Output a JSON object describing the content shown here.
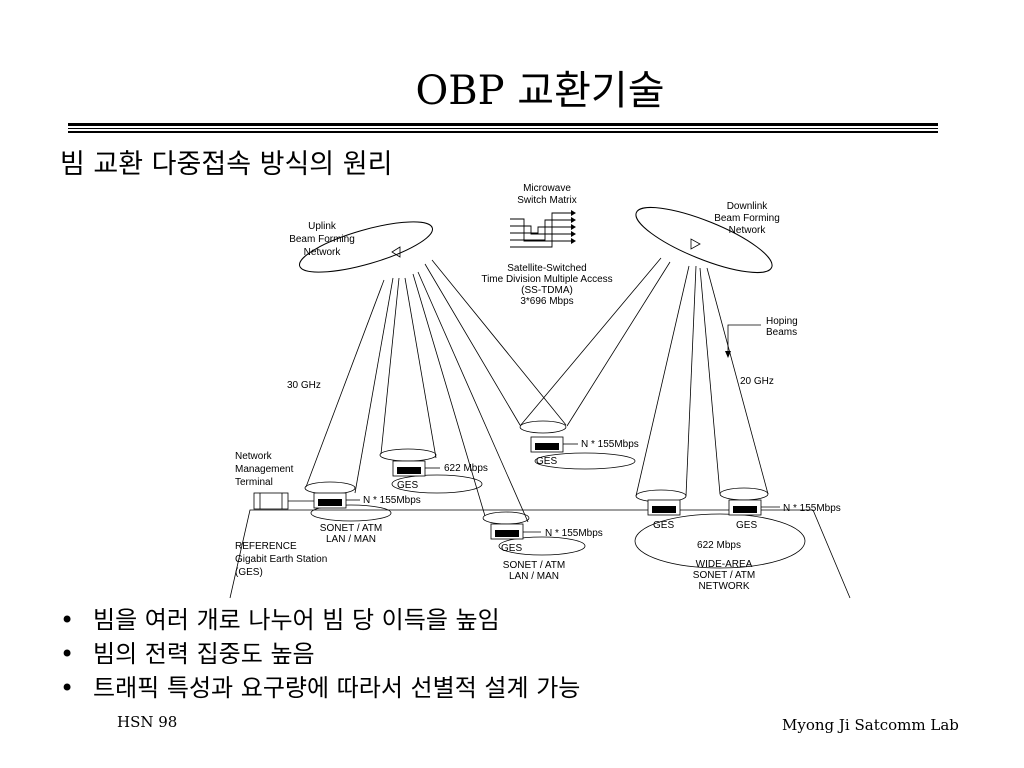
{
  "slide": {
    "title": "OBP 교환기술",
    "subtitle": "빔 교환 다중접속 방식의 원리",
    "bullets": [
      "빔을 여러 개로 나누어 빔 당 이득을 높임",
      "빔의 전력 집중도 높음",
      "트래픽 특성과 요구량에 따라서 선별적 설계 가능"
    ],
    "bullet_symbol": "•",
    "footer_left": "HSN 98",
    "footer_right": "Myong Ji Satcomm Lab"
  },
  "diagram": {
    "microwave": [
      "Microwave",
      "Switch Matrix"
    ],
    "uplink": [
      "Uplink",
      "Beam Forming",
      "Network"
    ],
    "downlink": [
      "Downlink",
      "Beam Forming",
      "Network"
    ],
    "ss_tdma": [
      "Satellite-Switched",
      "Time Division Multiple Access",
      "(SS-TDMA)",
      "3*696 Mbps"
    ],
    "hoping": [
      "Hoping",
      "Beams"
    ],
    "freq_up": "30 GHz",
    "freq_down": "20 GHz",
    "nmt": [
      "Network",
      "Management",
      "Terminal"
    ],
    "reference": [
      "REFERENCE",
      "Gigabit Earth Station",
      "(GES)"
    ],
    "ges": "GES",
    "n155_a": "N * 155Mbps",
    "n155_b": "N * 155Mbps",
    "n155_c": "N * 155Mbps",
    "n155_d": "N * 155Mbps",
    "r622_a": "622 Mbps",
    "r622_b": "622 Mbps",
    "sonet_left": [
      "SONET / ATM",
      "LAN / MAN"
    ],
    "sonet_mid": [
      "SONET / ATM",
      "LAN / MAN"
    ],
    "wide_area": [
      "WIDE-AREA",
      "SONET / ATM",
      "NETWORK"
    ]
  }
}
